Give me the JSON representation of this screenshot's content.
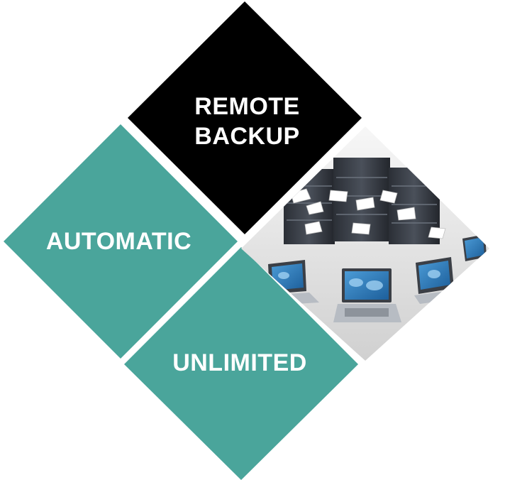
{
  "tiles": {
    "remote_backup": {
      "line1": "REMOTE",
      "line2": "BACKUP",
      "color": "#000000"
    },
    "automatic": {
      "label": "AUTOMATIC",
      "color": "#4aa59b"
    },
    "unlimited": {
      "label": "UNLIMITED",
      "color": "#4aa59b"
    },
    "image": {
      "icon": "server-rack-laptops-network-icon"
    }
  },
  "colors": {
    "teal": "#4aa59b",
    "black": "#000000",
    "text": "#ffffff"
  }
}
